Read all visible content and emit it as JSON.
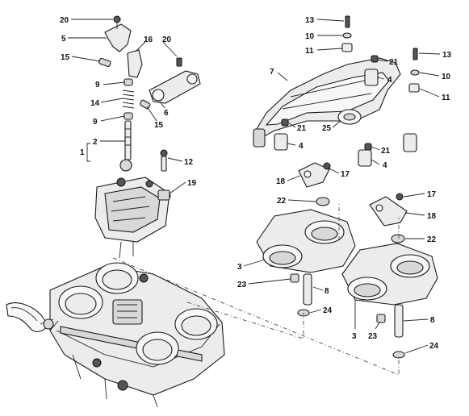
{
  "callouts": [
    {
      "id": "c20a",
      "text": "20"
    },
    {
      "id": "c5",
      "text": "5"
    },
    {
      "id": "c15a",
      "text": "15"
    },
    {
      "id": "c16",
      "text": "16"
    },
    {
      "id": "c20b",
      "text": "20"
    },
    {
      "id": "c9a",
      "text": "9"
    },
    {
      "id": "c6",
      "text": "6"
    },
    {
      "id": "c14",
      "text": "14"
    },
    {
      "id": "c15b",
      "text": "15"
    },
    {
      "id": "c9b",
      "text": "9"
    },
    {
      "id": "c1",
      "text": "1"
    },
    {
      "id": "c2",
      "text": "2"
    },
    {
      "id": "c12",
      "text": "12"
    },
    {
      "id": "c19",
      "text": "19"
    },
    {
      "id": "c13a",
      "text": "13"
    },
    {
      "id": "c10a",
      "text": "10"
    },
    {
      "id": "c11a",
      "text": "11"
    },
    {
      "id": "c21a",
      "text": "21"
    },
    {
      "id": "c13b",
      "text": "13"
    },
    {
      "id": "c7",
      "text": "7"
    },
    {
      "id": "c4a",
      "text": "4"
    },
    {
      "id": "c10b",
      "text": "10"
    },
    {
      "id": "c11b",
      "text": "11"
    },
    {
      "id": "c21b",
      "text": "21"
    },
    {
      "id": "c25",
      "text": "25"
    },
    {
      "id": "c4b",
      "text": "4"
    },
    {
      "id": "c21c",
      "text": "21"
    },
    {
      "id": "c4c",
      "text": "4"
    },
    {
      "id": "c18a",
      "text": "18"
    },
    {
      "id": "c17a",
      "text": "17"
    },
    {
      "id": "c22a",
      "text": "22"
    },
    {
      "id": "c17b",
      "text": "17"
    },
    {
      "id": "c18b",
      "text": "18"
    },
    {
      "id": "c22b",
      "text": "22"
    },
    {
      "id": "c3a",
      "text": "3"
    },
    {
      "id": "c23a",
      "text": "23"
    },
    {
      "id": "c8a",
      "text": "8"
    },
    {
      "id": "c24a",
      "text": "24"
    },
    {
      "id": "c3b",
      "text": "3"
    },
    {
      "id": "c23b",
      "text": "23"
    },
    {
      "id": "c8b",
      "text": "8"
    },
    {
      "id": "c24b",
      "text": "24"
    }
  ]
}
